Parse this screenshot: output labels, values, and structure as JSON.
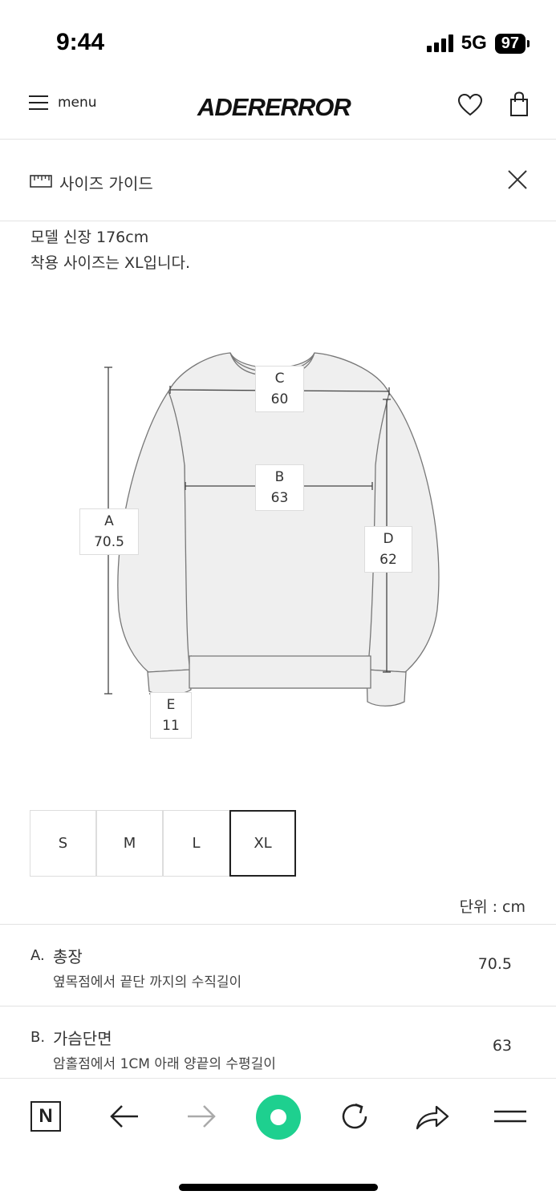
{
  "status": {
    "time": "9:44",
    "network": "5G",
    "battery": "97"
  },
  "header": {
    "menu_label": "menu",
    "logo": "ADERERROR"
  },
  "size_guide": {
    "title": "사이즈 가이드",
    "model_line1": "모델 신장 176cm",
    "model_line2": "착용 사이즈는 XL입니다."
  },
  "diagram": {
    "A": {
      "letter": "A",
      "value": "70.5"
    },
    "B": {
      "letter": "B",
      "value": "63"
    },
    "C": {
      "letter": "C",
      "value": "60"
    },
    "D": {
      "letter": "D",
      "value": "62"
    },
    "E": {
      "letter": "E",
      "value": "11"
    }
  },
  "sizes": [
    "S",
    "M",
    "L",
    "XL"
  ],
  "selected_size": "XL",
  "unit": "단위 : cm",
  "measurements": [
    {
      "letter": "A.",
      "name": "총장",
      "desc": "옆목점에서 끝단 까지의 수직길이",
      "value": "70.5"
    },
    {
      "letter": "B.",
      "name": "가슴단면",
      "desc": "암홀점에서 1CM 아래 양끝의 수평길이",
      "value": "63"
    }
  ],
  "toolbar": {
    "n_label": "N"
  },
  "colors": {
    "accent": "#1ed08f"
  }
}
